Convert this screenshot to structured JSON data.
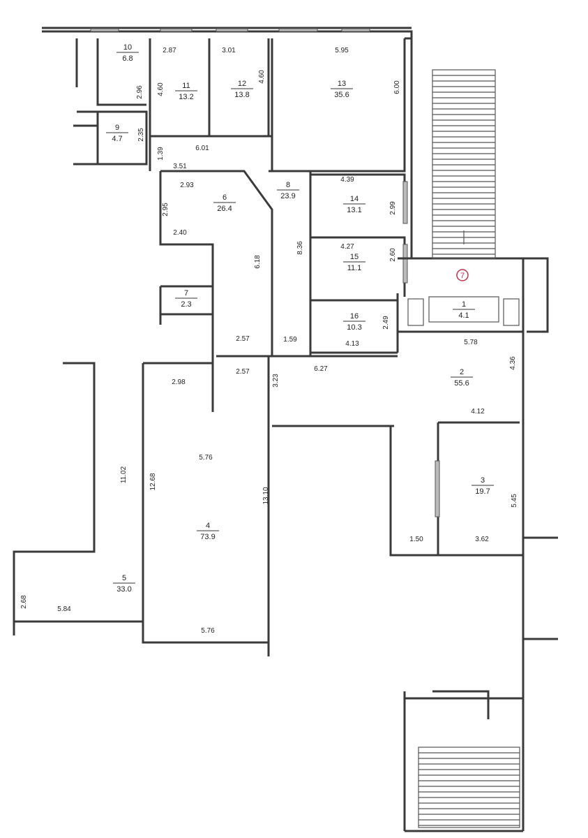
{
  "plan": {
    "marker_label": "7",
    "marker_color": "#c0304a",
    "rooms": [
      {
        "number": "10",
        "area": "6.8"
      },
      {
        "number": "9",
        "area": "4.7"
      },
      {
        "number": "11",
        "area": "13.2"
      },
      {
        "number": "12",
        "area": "13.8"
      },
      {
        "number": "13",
        "area": "35.6"
      },
      {
        "number": "8",
        "area": "23.9"
      },
      {
        "number": "6",
        "area": "26.4"
      },
      {
        "number": "14",
        "area": "13.1"
      },
      {
        "number": "15",
        "area": "11.1"
      },
      {
        "number": "7",
        "area": "2.3"
      },
      {
        "number": "16",
        "area": "10.3"
      },
      {
        "number": "1",
        "area": "4.1"
      },
      {
        "number": "2",
        "area": "55.6"
      },
      {
        "number": "3",
        "area": "19.7"
      },
      {
        "number": "4",
        "area": "73.9"
      },
      {
        "number": "5",
        "area": "33.0"
      }
    ],
    "dimensions": [
      "2.87",
      "3.01",
      "5.95",
      "4.60",
      "2.96",
      "4.60",
      "6.00",
      "2.35",
      "1.39",
      "6.01",
      "3.51",
      "2.93",
      "2.95",
      "2.40",
      "6.18",
      "8.36",
      "4.39",
      "2.99",
      "4.27",
      "2.60",
      "2.49",
      "4.13",
      "2.57",
      "1.59",
      "2.57",
      "6.27",
      "2.98",
      "3.23",
      "5.78",
      "4.36",
      "4.12",
      "5.45",
      "1.50",
      "3.62",
      "5.76",
      "12.68",
      "11.02",
      "13.10",
      "2.68",
      "5.84",
      "5.76"
    ]
  }
}
